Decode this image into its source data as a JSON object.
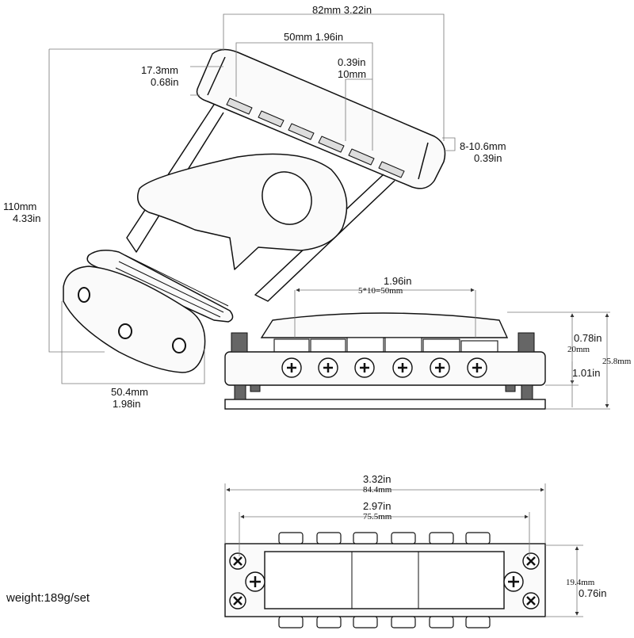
{
  "dimensions": {
    "width_82": "82mm  3.22in",
    "width_50": "50mm  1.96in",
    "slot_in": "0.39in",
    "slot_mm": "10mm",
    "height_173_mm": "17.3mm",
    "height_173_in": "0.68in",
    "range_mm": "8-10.6mm",
    "range_in": "0.39in",
    "length_mm": "110mm",
    "length_in": "4.33in",
    "base_mm": "50.4mm",
    "base_in": "1.98in",
    "bridge_span_in": "1.96in",
    "bridge_span_mm": "5*10=50mm",
    "side_078_in": "0.78in",
    "side_20_mm": "20mm",
    "side_258_mm": "25.8mm",
    "side_101_in": "1.01in",
    "top_332_in": "3.32in",
    "top_844_mm": "84.4mm",
    "top_297_in": "2.97in",
    "top_755_mm": "75.5mm",
    "top_194_mm": "19.4mm",
    "top_076_in": "0.76in"
  },
  "weight": "weight:189g/set",
  "colors": {
    "line": "#111111",
    "dim": "#555555",
    "fill": "#f4f4f4"
  }
}
